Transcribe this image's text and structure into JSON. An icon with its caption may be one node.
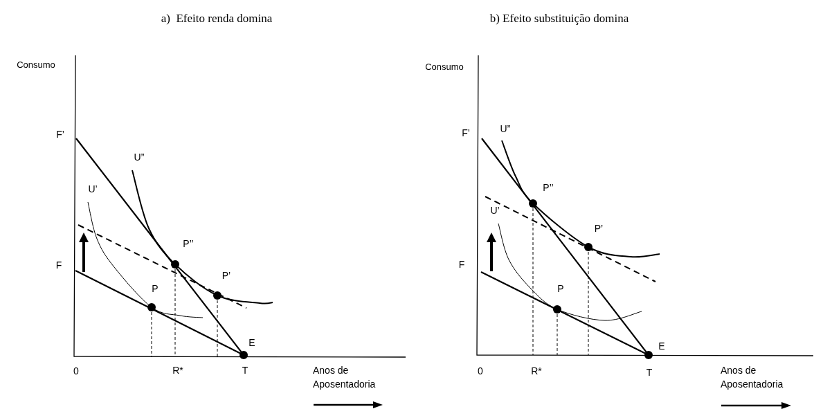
{
  "diagram": {
    "labels": [
      "a)  Efeito renda domina",
      "b) Efeito substituição domina",
      "Consumo",
      "F’",
      "U”",
      "U’",
      "P’’",
      "F",
      "P’",
      "P",
      "E",
      "0",
      "R*",
      "T",
      "Anos de Aposentadoria",
      "Consumo",
      "F’",
      "U”",
      "P’’",
      "U’",
      "P’",
      "F",
      "P",
      "E",
      "0",
      "R*",
      "T",
      "Anos de Aposentadoria"
    ]
  }
}
